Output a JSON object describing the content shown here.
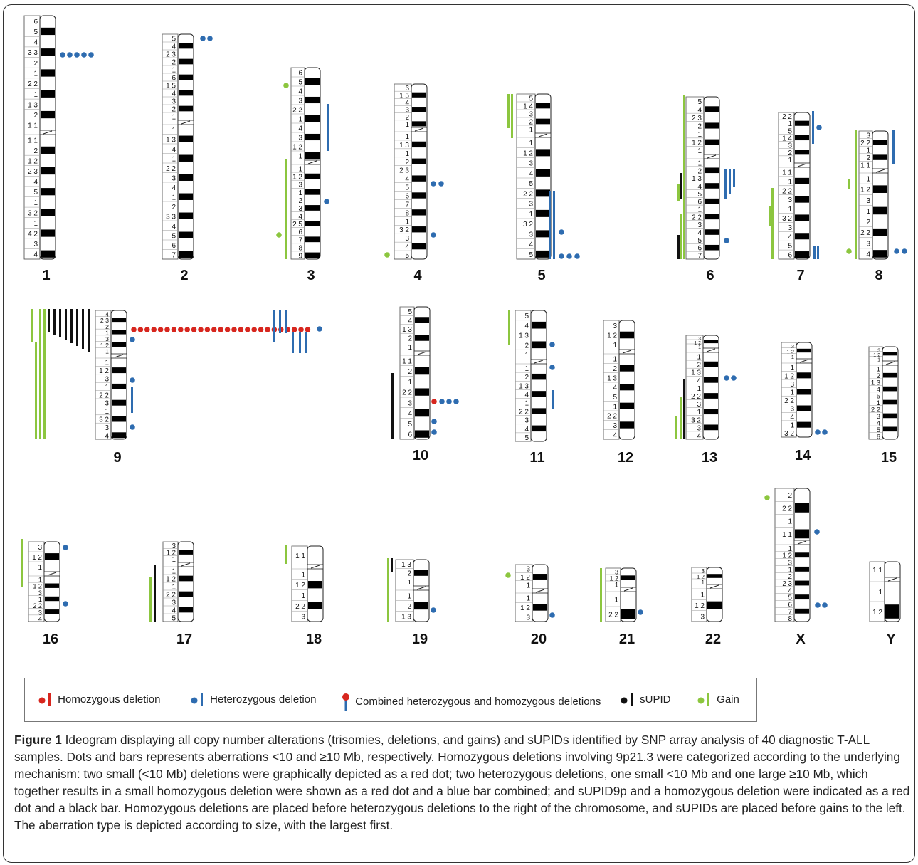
{
  "colors": {
    "homozygous": "#d7261e",
    "heterozygous": "#2e6cb0",
    "supid": "#111111",
    "gain": "#8cc63f",
    "band": "#000000"
  },
  "chromosomes": [
    {
      "name": "1",
      "p_labels": [
        "6",
        "5",
        "4",
        "3 3",
        "2",
        "1",
        "2 2",
        "1",
        "1 3",
        "2",
        "1 1"
      ],
      "q_labels": [
        "1 1",
        "2",
        "1 2",
        "2 3",
        "4",
        "5",
        "1",
        "3 2",
        "1",
        "4 2",
        "3",
        "4"
      ]
    },
    {
      "name": "2",
      "p_labels": [
        "5",
        "4",
        "2 3",
        "2",
        "1",
        "6",
        "1 5",
        "4",
        "3",
        "2",
        "1"
      ],
      "q_labels": [
        "1",
        "1 3",
        "4",
        "1",
        "2 2",
        "3",
        "4",
        "1",
        "2",
        "3 3",
        "4",
        "5",
        "6",
        "7"
      ]
    },
    {
      "name": "3",
      "p_labels": [
        "6",
        "5",
        "4",
        "3",
        "2 2",
        "1",
        "4",
        "3",
        "1 2",
        "1"
      ],
      "q_labels": [
        "1",
        "1 2",
        "3",
        "1",
        "2",
        "3",
        "4",
        "2 5",
        "6",
        "7",
        "8",
        "9"
      ]
    },
    {
      "name": "4",
      "p_labels": [
        "6",
        "1 5",
        "4",
        "3",
        "2",
        "1"
      ],
      "q_labels": [
        "1",
        "1 3",
        "1",
        "2",
        "2 3",
        "4",
        "5",
        "6",
        "7",
        "8",
        "1",
        "3 2",
        "3",
        "4",
        "5"
      ]
    },
    {
      "name": "5",
      "p_labels": [
        "5",
        "1 4",
        "3",
        "2",
        "1"
      ],
      "q_labels": [
        "1",
        "1 2",
        "3",
        "4",
        "5",
        "2 2",
        "3",
        "1",
        "3 2",
        "3",
        "4",
        "5"
      ]
    },
    {
      "name": "6",
      "p_labels": [
        "5",
        "4",
        "2 3",
        "2",
        "1",
        "1 2",
        "1"
      ],
      "q_labels": [
        "1",
        "2",
        "1 3",
        "4",
        "5",
        "6",
        "1",
        "2 2",
        "3",
        "4",
        "5",
        "6",
        "7"
      ]
    },
    {
      "name": "7",
      "p_labels": [
        "2 2",
        "1",
        "5",
        "1 4",
        "3",
        "2",
        "1"
      ],
      "q_labels": [
        "1 1",
        "1",
        "2 2",
        "3",
        "1",
        "3 2",
        "3",
        "4",
        "5",
        "6"
      ]
    },
    {
      "name": "8",
      "p_labels": [
        "3",
        "2 2",
        "1",
        "2",
        "1 1"
      ],
      "q_labels": [
        "1",
        "1 2",
        "3",
        "1",
        "2",
        "2 2",
        "3",
        "4"
      ]
    },
    {
      "name": "9",
      "p_labels": [
        "4",
        "2 3",
        "2",
        "1",
        "3",
        "1 2",
        "1"
      ],
      "q_labels": [
        "1",
        "1 2",
        "3",
        "1",
        "2 2",
        "3",
        "1",
        "3 2",
        "3",
        "4"
      ]
    },
    {
      "name": "10",
      "p_labels": [
        "5",
        "4",
        "1 3",
        "2",
        "1"
      ],
      "q_labels": [
        "1 1",
        "2",
        "1",
        "2 2",
        "3",
        "4",
        "5",
        "6"
      ]
    },
    {
      "name": "11",
      "p_labels": [
        "5",
        "4",
        "1 3",
        "2",
        "1"
      ],
      "q_labels": [
        "1",
        "2",
        "1 3",
        "4",
        "1",
        "2 2",
        "3",
        "4",
        "5"
      ]
    },
    {
      "name": "12",
      "p_labels": [
        "3",
        "1 2",
        "1"
      ],
      "q_labels": [
        "1",
        "2",
        "1 3",
        "4",
        "5",
        "1",
        "2 2",
        "3",
        "4"
      ]
    },
    {
      "name": "13",
      "p_labels": [
        "3",
        "1 2",
        "1"
      ],
      "q_labels": [
        "1",
        "2",
        "1 3",
        "4",
        "1",
        "2 2",
        "3",
        "1",
        "3 2",
        "3",
        "4"
      ]
    },
    {
      "name": "14",
      "p_labels": [
        "3",
        "1 2",
        "1"
      ],
      "q_labels": [
        "1",
        "1 2",
        "3",
        "1",
        "2 2",
        "3",
        "4",
        "1",
        "3 2"
      ]
    },
    {
      "name": "15",
      "p_labels": [
        "3",
        "1 2",
        "1"
      ],
      "q_labels": [
        "1",
        "2",
        "1 3",
        "4",
        "5",
        "1",
        "2 2",
        "3",
        "4",
        "5",
        "6"
      ]
    },
    {
      "name": "16",
      "p_labels": [
        "3",
        "1 2",
        "1"
      ],
      "q_labels": [
        "1",
        "1 2",
        "3",
        "1",
        "2 2",
        "3",
        "4"
      ]
    },
    {
      "name": "17",
      "p_labels": [
        "3",
        "1 2",
        "1"
      ],
      "q_labels": [
        "1",
        "1 2",
        "1",
        "2 2",
        "3",
        "4",
        "5"
      ]
    },
    {
      "name": "18",
      "p_labels": [
        "1 1"
      ],
      "q_labels": [
        "1",
        "1 2",
        "1",
        "2 2",
        "3"
      ]
    },
    {
      "name": "19",
      "p_labels": [
        "1 3",
        "2",
        "1"
      ],
      "q_labels": [
        "1",
        "2",
        "1 3"
      ]
    },
    {
      "name": "20",
      "p_labels": [
        "3",
        "1 2",
        "1"
      ],
      "q_labels": [
        "1",
        "1 2",
        "3"
      ]
    },
    {
      "name": "21",
      "p_labels": [
        "3",
        "1 2",
        "1"
      ],
      "q_labels": [
        "1",
        "2 2"
      ]
    },
    {
      "name": "22",
      "p_labels": [
        "3",
        "1 2",
        "1"
      ],
      "q_labels": [
        "1",
        "1 2",
        "3"
      ]
    },
    {
      "name": "X",
      "p_labels": [
        "2",
        "2 2",
        "1",
        "1 1"
      ],
      "q_labels": [
        "1",
        "1 2",
        "3",
        "1",
        "2",
        "2 3",
        "4",
        "5",
        "6",
        "7",
        "8"
      ]
    },
    {
      "name": "Y",
      "p_labels": [
        "1 1"
      ],
      "q_labels": [
        "1",
        "1 2"
      ]
    }
  ],
  "legend": {
    "homozygous": "Homozygous deletion",
    "heterozygous": "Heterozygous deletion",
    "combined": "Combined heterozygous and homozygous deletions",
    "supid": "sUPID",
    "gain": "Gain"
  },
  "caption": {
    "label": "Figure 1",
    "text": "Ideogram displaying all copy number alterations (trisomies, deletions, and gains) and sUPIDs identified by SNP array analysis of 40 diagnostic T-ALL samples. Dots and bars represents aberrations <10 and ≥10 Mb, respectively. Homozygous deletions involving 9p21.3 were categorized according to the underlying mechanism: two small (<10 Mb) deletions were graphically depicted as a red dot; two heterozygous deletions, one small <10 Mb and one large ≥10 Mb, which together results in a small homozygous deletion were shown as a red dot and a blue bar combined; and sUPID9p and a homozygous deletion were indicated as a red dot and a black bar. Homozygous deletions are placed before heterozygous deletions to the right of the chromosome, and sUPIDs are placed before gains to the left. The aberration type is depicted according to size, with the largest first."
  }
}
